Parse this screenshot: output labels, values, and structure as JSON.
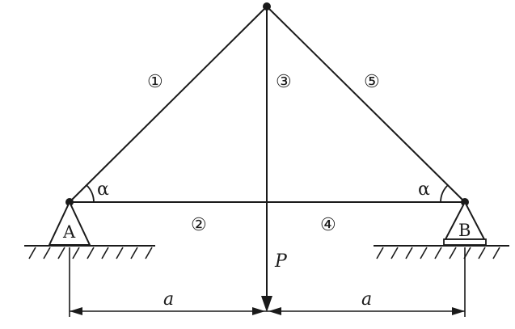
{
  "members": [
    {
      "id": "1",
      "label": "①"
    },
    {
      "id": "2",
      "label": "②"
    },
    {
      "id": "3",
      "label": "③"
    },
    {
      "id": "4",
      "label": "④"
    },
    {
      "id": "5",
      "label": "⑤"
    }
  ],
  "supports": {
    "left": "A",
    "right": "B"
  },
  "angles": {
    "left": "α",
    "right": "α"
  },
  "load": "P",
  "dimensions": {
    "left": "a",
    "right": "a"
  }
}
